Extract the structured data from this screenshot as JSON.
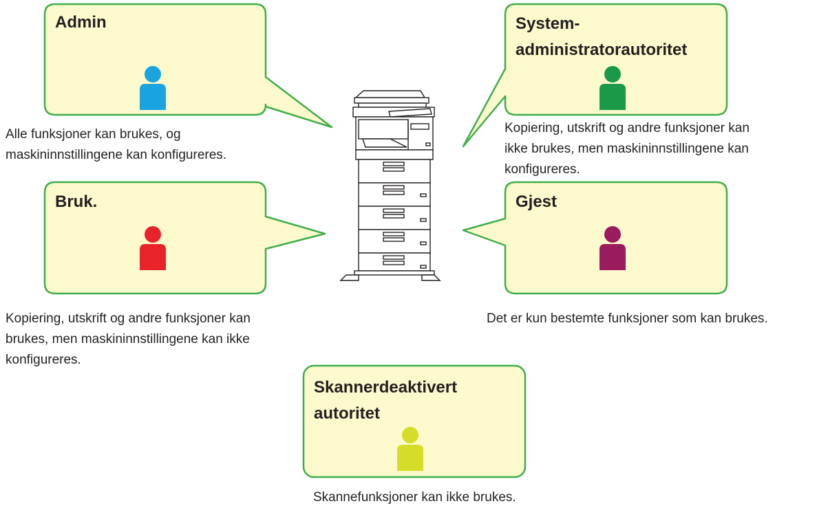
{
  "colors": {
    "bubble_fill": "#fcf9cc",
    "bubble_stroke": "#3fae49",
    "admin": "#1aa4de",
    "system_admin": "#1a9a48",
    "user": "#e8232a",
    "guest": "#9a1b5e",
    "scanner_disabled": "#d6dd28"
  },
  "roles": {
    "admin": {
      "title": "Admin",
      "icon": "person-icon",
      "description": [
        "Alle funksjoner kan brukes, og",
        "maskininnstillingene kan konfigureres."
      ]
    },
    "system_admin": {
      "title": [
        "System-",
        "administratorautoritet"
      ],
      "icon": "person-icon",
      "description": [
        "Kopiering, utskrift og andre funksjoner kan",
        "ikke brukes, men maskininnstillingene kan",
        "konfigureres."
      ]
    },
    "user": {
      "title": "Bruk.",
      "icon": "person-icon",
      "description": [
        "Kopiering, utskrift og andre funksjoner kan",
        "brukes, men maskininnstillingene kan ikke",
        "konfigureres."
      ]
    },
    "guest": {
      "title": "Gjest",
      "icon": "person-icon",
      "description": [
        "Det er kun bestemte funksjoner som kan brukes."
      ]
    },
    "scanner_disabled": {
      "title": [
        "Skannerdeaktivert",
        "autoritet"
      ],
      "icon": "person-icon",
      "description": [
        "Skannefunksjoner kan ikke brukes."
      ]
    }
  },
  "device": {
    "icon": "printer-icon"
  }
}
